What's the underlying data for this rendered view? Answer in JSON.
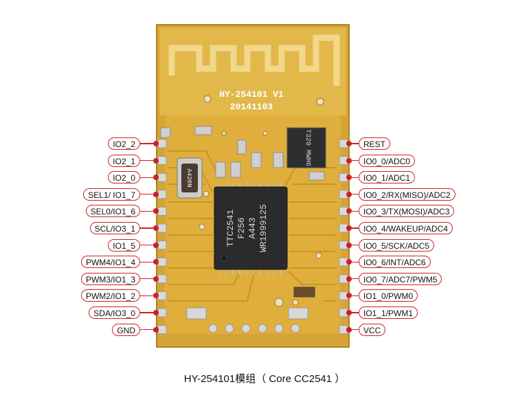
{
  "module": {
    "silkscreen_model": "HY-254101  V1",
    "silkscreen_date": "20141103",
    "chip_lines": [
      "TTC2541",
      "F256",
      "A443",
      "WR1999125"
    ],
    "crystal_text": "A420N",
    "inductor_text": "T320 MWH6"
  },
  "left_pins": [
    "IO2_2",
    "IO2_1",
    "IO2_0",
    "SEL1/ IO1_7",
    "SEL0/IO1_6",
    "SCL/IO3_1",
    "IO1_5",
    "PWM4/IO1_4",
    "PWM3/IO1_3",
    "PWM2/IO1_2",
    "SDA/IO3_0",
    "GND"
  ],
  "right_pins": [
    "REST",
    "IO0_0/ADC0",
    "IO0_1/ADC1",
    "IO0_2/RX(MISO)/ADC2",
    "IO0_3/TX(MOSI)/ADC3",
    "IO0_4/WAKEUP/ADC4",
    "IO0_5/SCK/ADC5",
    "IO0_6/INT/ADC6",
    "IO0_7/ADC7/PWM5",
    "IO1_0/PWM0",
    "IO1_1/PWM1",
    "VCC"
  ],
  "caption": "HY-254101模组（ Core CC2541 ）",
  "colors": {
    "board": "#d9a93a",
    "board_edge": "#b98a26",
    "antenna_copper": "#e8c55a",
    "chip": "#2b2b2d",
    "pad": "#cfcfcf",
    "label_border": "#d01f23"
  }
}
